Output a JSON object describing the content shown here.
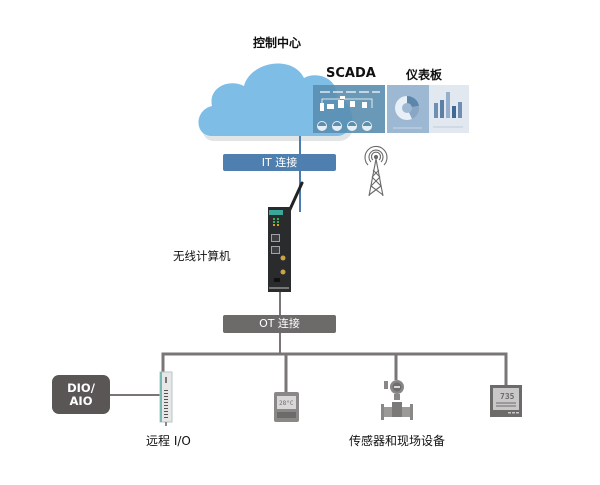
{
  "control_center": {
    "title": "控制中心",
    "scada_label": "SCADA",
    "dashboard_label": "仪表板"
  },
  "it_connection": {
    "label": "IT 连接",
    "color": "#4e7fae"
  },
  "wireless_computer": {
    "label": "无线计算机"
  },
  "ot_connection": {
    "label": "OT 连接",
    "color": "#6d6a6a"
  },
  "dio_aio": {
    "line1": "DIO/",
    "line2": "AIO"
  },
  "remote_io": {
    "label": "远程 I/O"
  },
  "field_devices": {
    "label": "传感器和现场设备",
    "thermostat_reading": "28°C",
    "meter_reading": "735"
  },
  "colors": {
    "cloud": "#7dbde6",
    "it_line": "#4a7eb0",
    "ot_line": "#7a7676",
    "device_gray": "#8a8787"
  }
}
